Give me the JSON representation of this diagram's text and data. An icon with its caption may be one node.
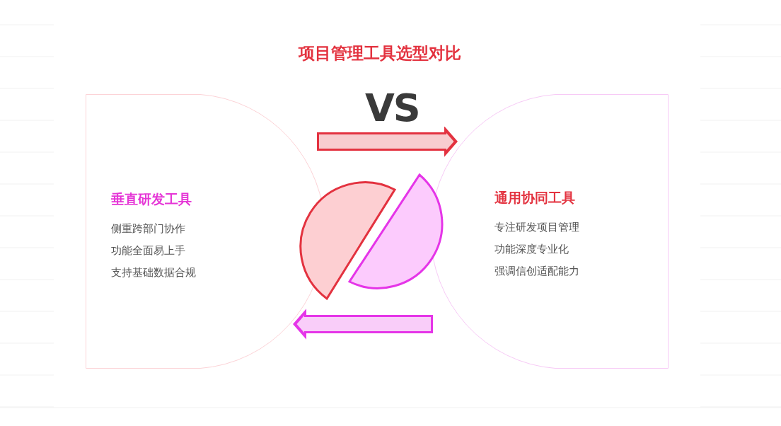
{
  "diagram": {
    "title": "项目管理工具选型对比",
    "nodes": [
      {
        "text": [
          "垂直研发工具",
          "侧重跨部门协作",
          "功能全面易上手",
          "支持基础数据合规"
        ]
      },
      {
        "text": [
          "通用协同工具",
          "专注研发项目管理",
          "功能深度专业化",
          "强调信创适配能力"
        ]
      }
    ],
    "edges": [
      {
        "from": 0,
        "to": 1,
        "arrow": "to",
        "color": "#e3323f"
      },
      {
        "from": 1,
        "to": 0,
        "arrow": "to",
        "color": "#e535e8"
      }
    ],
    "labels": [
      "VS"
    ]
  }
}
